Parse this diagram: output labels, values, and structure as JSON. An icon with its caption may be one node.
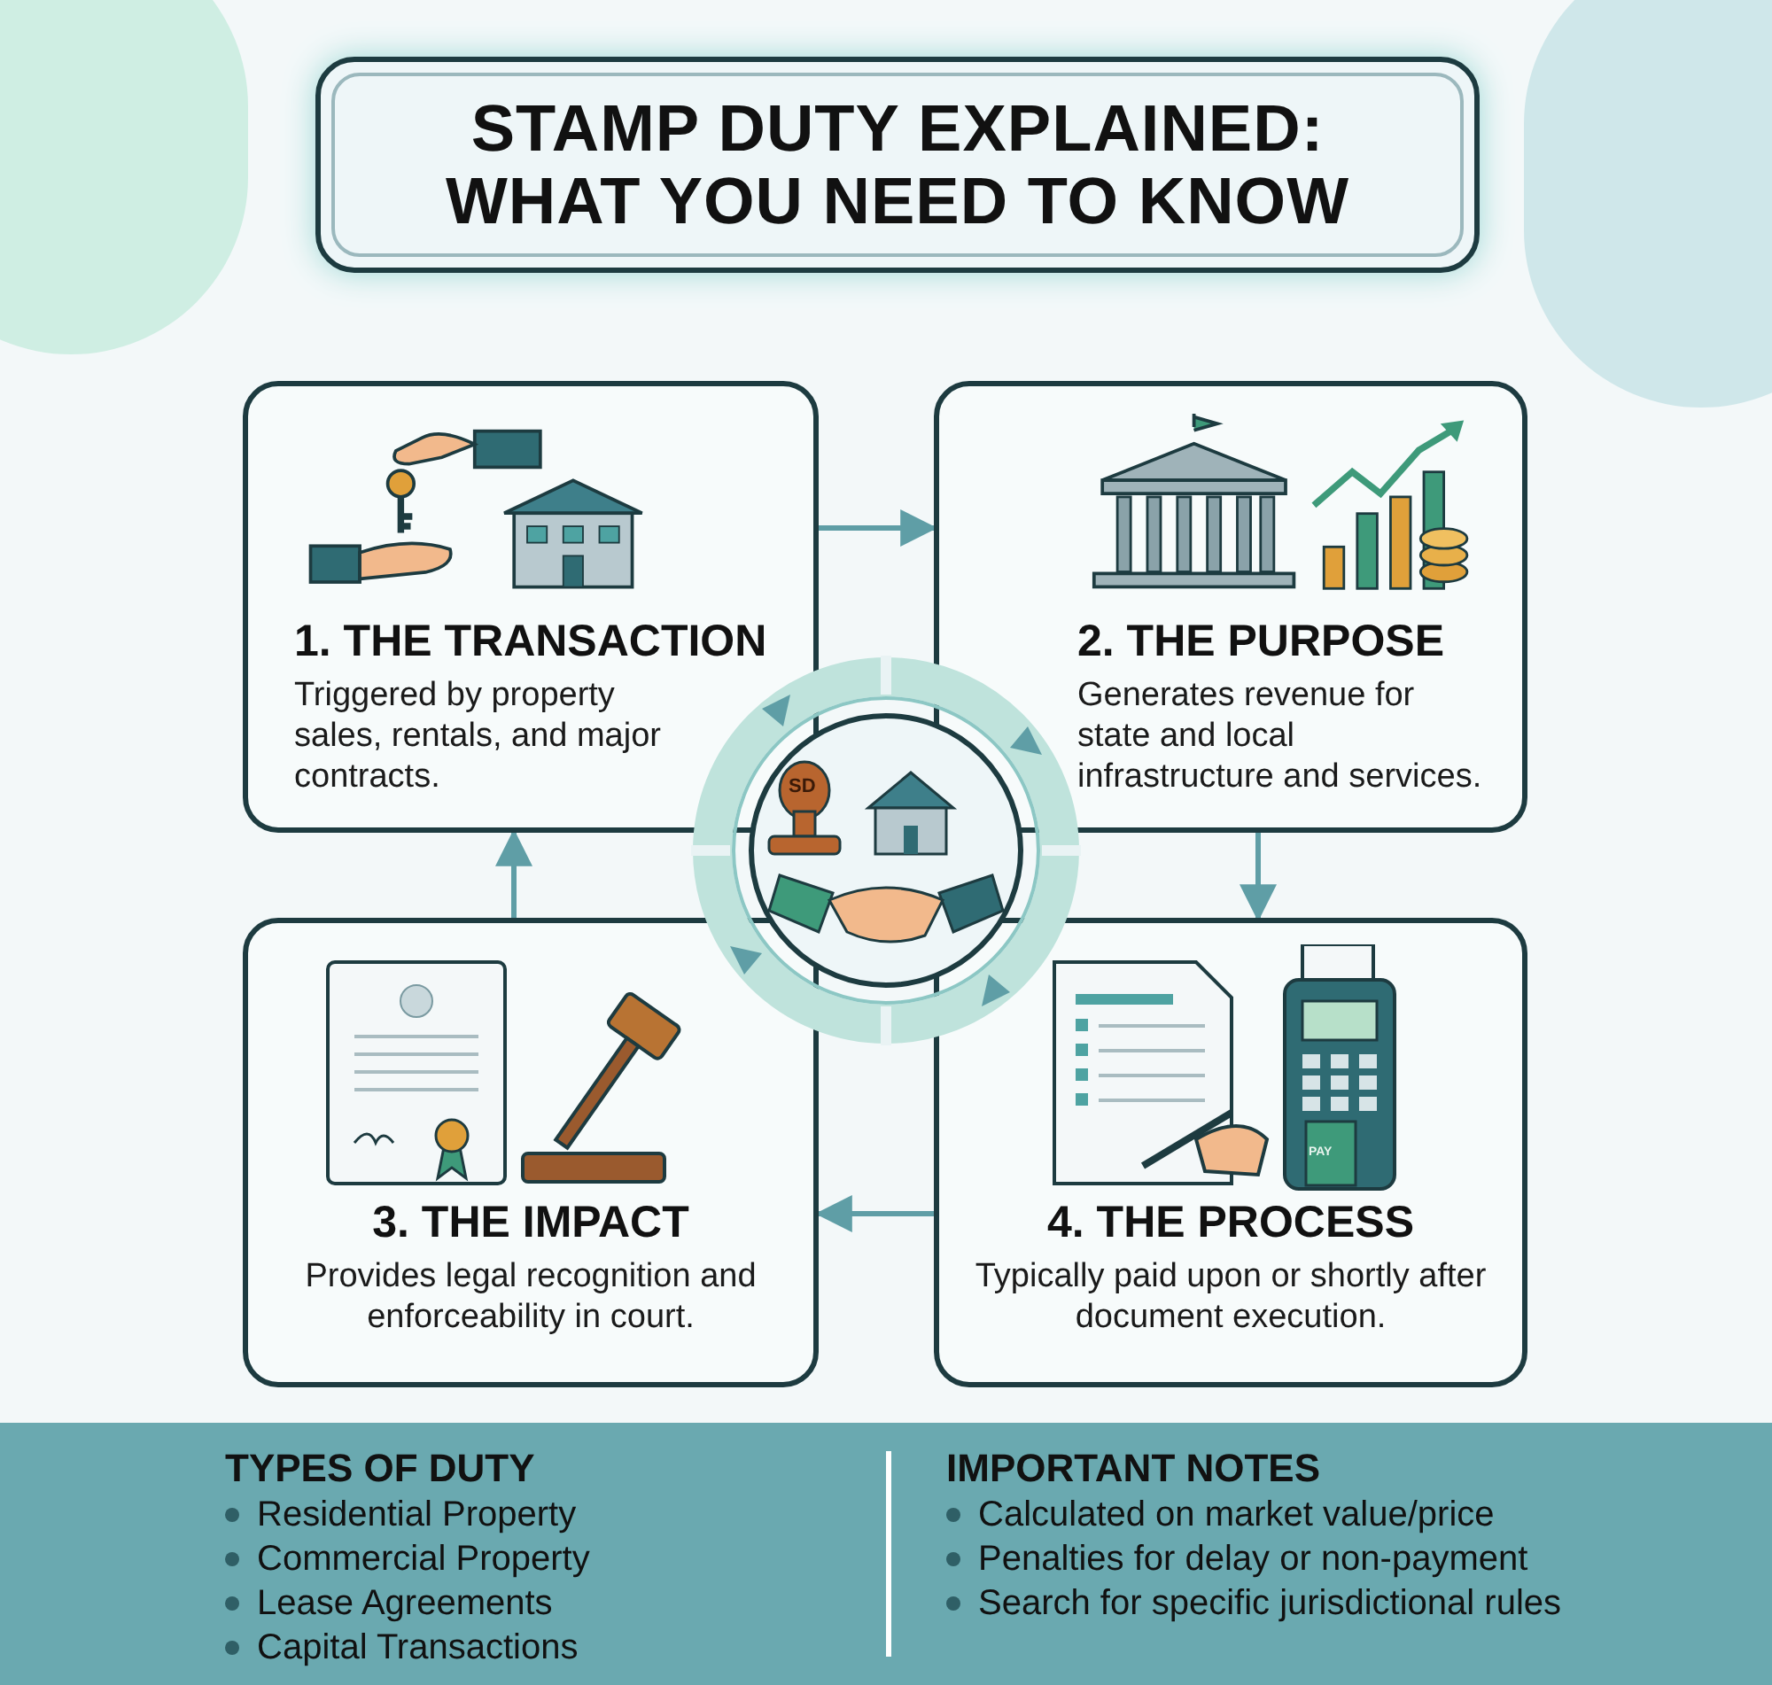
{
  "diagram": {
    "title": "STAMP DUTY EXPLAINED: WHAT YOU NEED TO KNOW",
    "nodes": [
      {
        "text": [
          "1. THE TRANSACTION",
          "Triggered by property sales, rentals, and major contracts."
        ]
      },
      {
        "text": [
          "2. THE PURPOSE",
          "Generates revenue for state and local infrastructure and services."
        ]
      },
      {
        "text": [
          "3. THE IMPACT",
          "Provides legal recognition and enforceability in court."
        ]
      },
      {
        "text": [
          "4. THE PROCESS",
          "Typically paid upon or shortly after document execution."
        ]
      }
    ],
    "edges": [
      {
        "from": 0,
        "to": 1,
        "arrow": "to"
      },
      {
        "from": 1,
        "to": 3,
        "arrow": "to"
      },
      {
        "from": 3,
        "to": 2,
        "arrow": "to"
      },
      {
        "from": 2,
        "to": 0,
        "arrow": "to"
      }
    ],
    "labels": [
      "SD",
      "PAY",
      "TYPES OF DUTY",
      "Residential Property",
      "Commercial Property",
      "Lease Agreements",
      "Capital Transactions",
      "IMPORTANT NOTES",
      "Calculated on market value/price",
      "Penalties for delay or non-payment",
      "Search for specific jurisdictional rules"
    ]
  }
}
